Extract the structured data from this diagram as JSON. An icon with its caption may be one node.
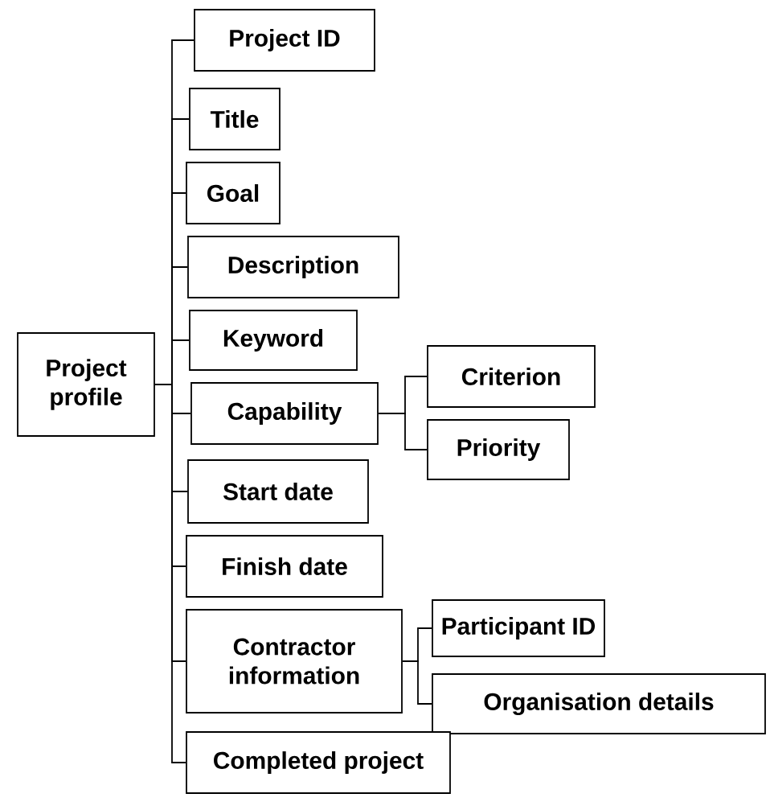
{
  "diagram": {
    "nodes": [
      {
        "text": [
          "Project profile"
        ]
      },
      {
        "text": [
          "Project ID"
        ]
      },
      {
        "text": [
          "Title"
        ]
      },
      {
        "text": [
          "Goal"
        ]
      },
      {
        "text": [
          "Description"
        ]
      },
      {
        "text": [
          "Keyword"
        ]
      },
      {
        "text": [
          "Capability"
        ]
      },
      {
        "text": [
          "Criterion"
        ]
      },
      {
        "text": [
          "Priority"
        ]
      },
      {
        "text": [
          "Start date"
        ]
      },
      {
        "text": [
          "Finish date"
        ]
      },
      {
        "text": [
          "Contractor information"
        ]
      },
      {
        "text": [
          "Participant ID"
        ]
      },
      {
        "text": [
          "Organisation details"
        ]
      },
      {
        "text": [
          "Completed project"
        ]
      }
    ],
    "edges": [
      {
        "from": 0,
        "to": 1,
        "arrow": "none"
      },
      {
        "from": 0,
        "to": 2,
        "arrow": "none"
      },
      {
        "from": 0,
        "to": 3,
        "arrow": "none"
      },
      {
        "from": 0,
        "to": 4,
        "arrow": "none"
      },
      {
        "from": 0,
        "to": 5,
        "arrow": "none"
      },
      {
        "from": 0,
        "to": 6,
        "arrow": "none"
      },
      {
        "from": 6,
        "to": 7,
        "arrow": "none"
      },
      {
        "from": 6,
        "to": 8,
        "arrow": "none"
      },
      {
        "from": 0,
        "to": 9,
        "arrow": "none"
      },
      {
        "from": 0,
        "to": 10,
        "arrow": "none"
      },
      {
        "from": 0,
        "to": 11,
        "arrow": "none"
      },
      {
        "from": 11,
        "to": 12,
        "arrow": "none"
      },
      {
        "from": 11,
        "to": 13,
        "arrow": "none"
      },
      {
        "from": 0,
        "to": 14,
        "arrow": "none"
      }
    ]
  }
}
